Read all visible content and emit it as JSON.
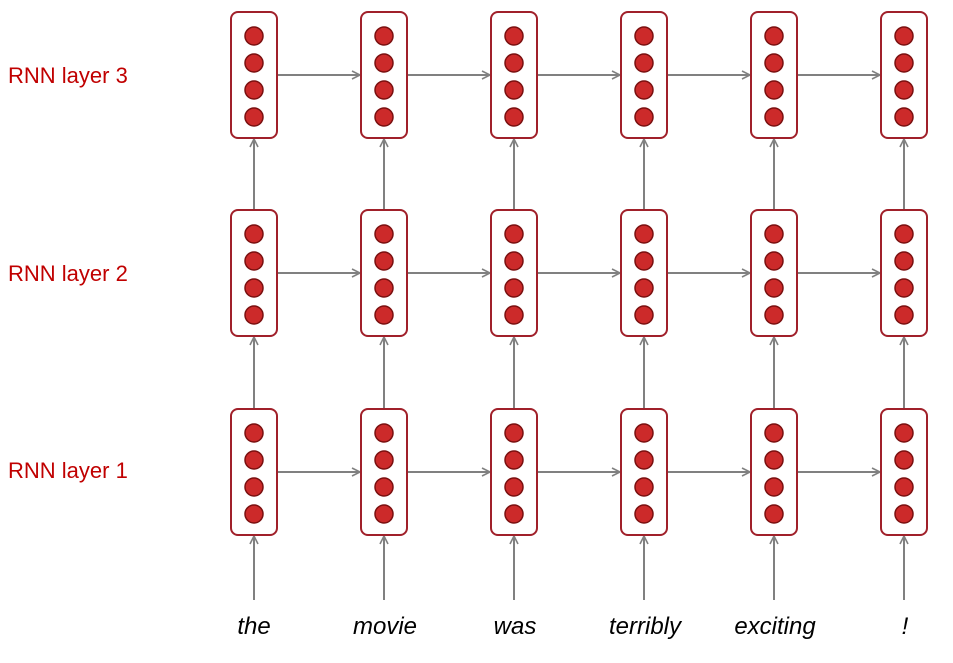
{
  "layers": [
    {
      "id": "layer-1",
      "label": "RNN layer 1"
    },
    {
      "id": "layer-2",
      "label": "RNN layer 2"
    },
    {
      "id": "layer-3",
      "label": "RNN layer 3"
    }
  ],
  "tokens": [
    "the",
    "movie",
    "was",
    "terribly",
    "exciting",
    "!"
  ],
  "neurons_per_cell": 4,
  "colors": {
    "label": "#c00000",
    "cell_border": "#a0202a",
    "cell_fill": "#ffffff",
    "neuron_fill": "#cc2a2a",
    "neuron_stroke": "#7a1010",
    "arrow": "#808080",
    "token_text": "#000000"
  }
}
